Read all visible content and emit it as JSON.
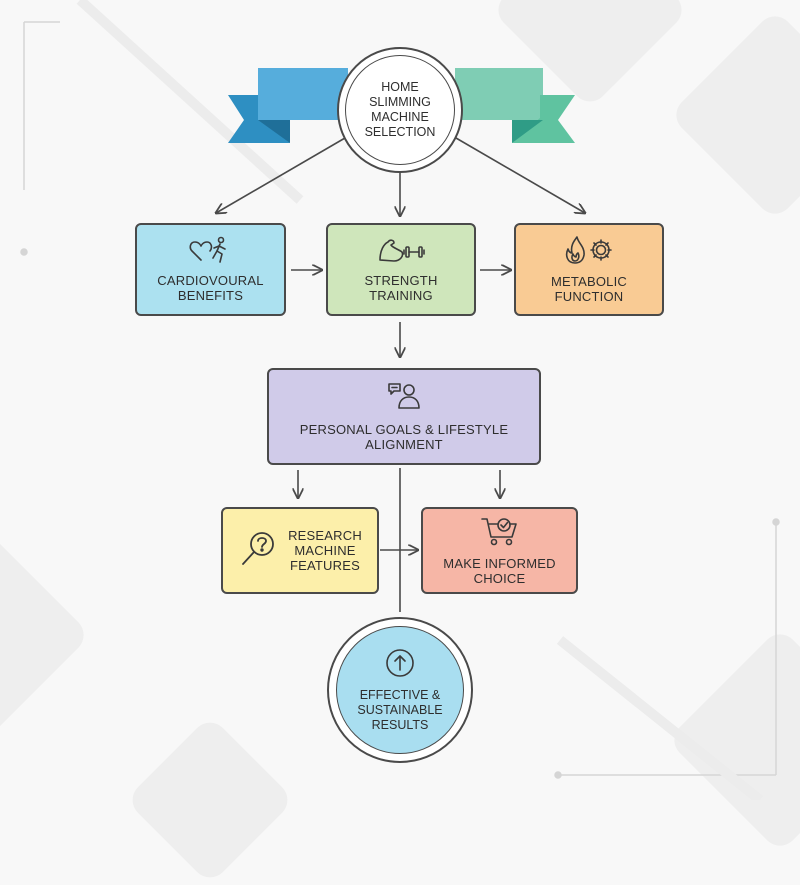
{
  "diagram": {
    "hub": {
      "label": "HOME\nSLIMMING\nMACHINE\nSELECTION"
    },
    "nodes": {
      "cardio": {
        "label": "CARDIOVOURAL\nBENEFITS",
        "icon": "heart-running-person-icon",
        "color": "#ace1f0"
      },
      "strength": {
        "label": "STRENGTH\nTRAINING",
        "icon": "flexed-arm-dumbbell-icon",
        "color": "#cfe6bb"
      },
      "metabolic": {
        "label": "METABOLIC\nFUNCTION",
        "icon": "flame-gear-icon",
        "color": "#f9cb94"
      },
      "goals": {
        "label": "PERSONAL GOALS & LIFESTYLE\nALIGNMENT",
        "icon": "person-speech-icon",
        "color": "#d0cbe9"
      },
      "research": {
        "label": "RESEARCH\nMACHINE\nFEATURES",
        "icon": "magnifier-question-icon",
        "color": "#fcefaa"
      },
      "choice": {
        "label": "MAKE INFORMED CHOICE",
        "icon": "cart-check-icon",
        "color": "#f6b6a6"
      }
    },
    "result": {
      "label": "EFFECTIVE &\nSUSTAINABLE\nRESULTS",
      "icon": "up-arrow-circle-icon",
      "color": "#a9def0"
    },
    "ribbon": {
      "color_left": "#4fa9da",
      "color_right": "#8fd3a8"
    }
  }
}
